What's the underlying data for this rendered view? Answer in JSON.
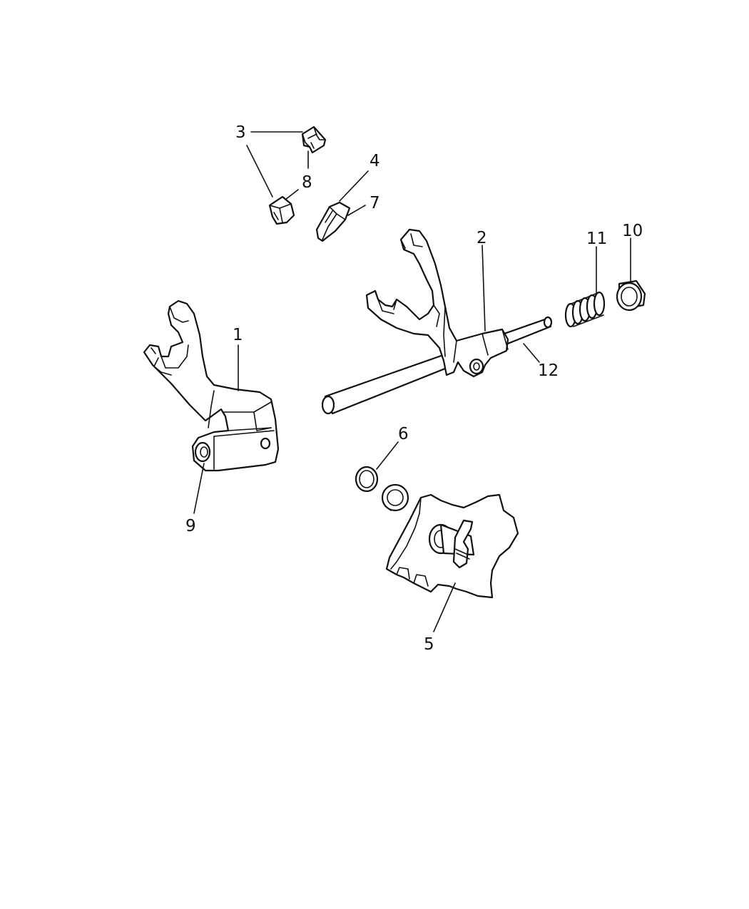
{
  "diagram": {
    "callouts": [
      {
        "id": "1",
        "label": "1"
      },
      {
        "id": "2",
        "label": "2"
      },
      {
        "id": "3",
        "label": "3"
      },
      {
        "id": "4",
        "label": "4"
      },
      {
        "id": "5",
        "label": "5"
      },
      {
        "id": "6",
        "label": "6"
      },
      {
        "id": "7",
        "label": "7"
      },
      {
        "id": "8",
        "label": "8"
      },
      {
        "id": "9",
        "label": "9"
      },
      {
        "id": "10",
        "label": "10"
      },
      {
        "id": "11",
        "label": "11"
      },
      {
        "id": "12",
        "label": "12"
      }
    ],
    "colors": {
      "line": "#111111",
      "background": "#ffffff"
    }
  }
}
